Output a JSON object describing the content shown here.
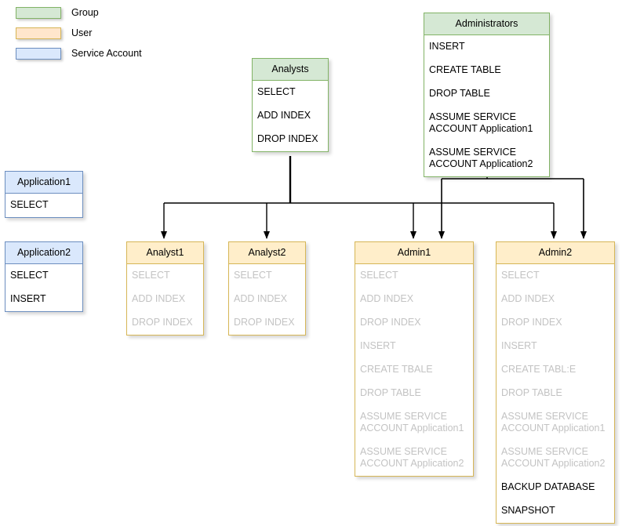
{
  "legend": {
    "items": [
      {
        "label": "Group",
        "color": "#d5e8d4"
      },
      {
        "label": "User",
        "color": "#ffe6cc"
      },
      {
        "label": "Service Account",
        "color": "#dae8fc"
      }
    ]
  },
  "nodes": {
    "analysts": {
      "title": "Analysts",
      "type": "group",
      "permissions": [
        {
          "text": "SELECT",
          "inherited": false
        },
        {
          "text": "ADD INDEX",
          "inherited": false
        },
        {
          "text": "DROP INDEX",
          "inherited": false
        }
      ]
    },
    "administrators": {
      "title": "Administrators",
      "type": "group",
      "permissions": [
        {
          "text": "INSERT",
          "inherited": false
        },
        {
          "text": "CREATE TABLE",
          "inherited": false
        },
        {
          "text": "DROP TABLE",
          "inherited": false
        },
        {
          "text": "ASSUME SERVICE ACCOUNT Application1",
          "inherited": false
        },
        {
          "text": "ASSUME SERVICE ACCOUNT Application2",
          "inherited": false
        }
      ]
    },
    "application1": {
      "title": "Application1",
      "type": "service-account",
      "permissions": [
        {
          "text": "SELECT",
          "inherited": false
        }
      ]
    },
    "application2": {
      "title": "Application2",
      "type": "service-account",
      "permissions": [
        {
          "text": "SELECT",
          "inherited": false
        },
        {
          "text": "INSERT",
          "inherited": false
        }
      ]
    },
    "analyst1": {
      "title": "Analyst1",
      "type": "user",
      "permissions": [
        {
          "text": "SELECT",
          "inherited": true
        },
        {
          "text": "ADD INDEX",
          "inherited": true
        },
        {
          "text": "DROP INDEX",
          "inherited": true
        }
      ]
    },
    "analyst2": {
      "title": "Analyst2",
      "type": "user",
      "permissions": [
        {
          "text": "SELECT",
          "inherited": true
        },
        {
          "text": "ADD INDEX",
          "inherited": true
        },
        {
          "text": "DROP INDEX",
          "inherited": true
        }
      ]
    },
    "admin1": {
      "title": "Admin1",
      "type": "user",
      "permissions": [
        {
          "text": "SELECT",
          "inherited": true
        },
        {
          "text": "ADD INDEX",
          "inherited": true
        },
        {
          "text": "DROP INDEX",
          "inherited": true
        },
        {
          "text": "INSERT",
          "inherited": true
        },
        {
          "text": "CREATE TBALE",
          "inherited": true
        },
        {
          "text": "DROP TABLE",
          "inherited": true
        },
        {
          "text": "ASSUME SERVICE ACCOUNT Application1",
          "inherited": true
        },
        {
          "text": "ASSUME SERVICE ACCOUNT Application2",
          "inherited": true
        }
      ]
    },
    "admin2": {
      "title": "Admin2",
      "type": "user",
      "permissions": [
        {
          "text": "SELECT",
          "inherited": true
        },
        {
          "text": "ADD INDEX",
          "inherited": true
        },
        {
          "text": "DROP INDEX",
          "inherited": true
        },
        {
          "text": "INSERT",
          "inherited": true
        },
        {
          "text": "CREATE TABL:E",
          "inherited": true
        },
        {
          "text": "DROP TABLE",
          "inherited": true
        },
        {
          "text": "ASSUME SERVICE ACCOUNT Application1",
          "inherited": true
        },
        {
          "text": "ASSUME SERVICE ACCOUNT Application2",
          "inherited": true
        },
        {
          "text": "BACKUP DATABASE",
          "inherited": false
        },
        {
          "text": "SNAPSHOT",
          "inherited": false
        }
      ]
    }
  },
  "edges": [
    {
      "from": "analysts",
      "to": "analyst1"
    },
    {
      "from": "analysts",
      "to": "analyst2"
    },
    {
      "from": "analysts",
      "to": "admin1"
    },
    {
      "from": "analysts",
      "to": "admin2"
    },
    {
      "from": "administrators",
      "to": "admin1"
    },
    {
      "from": "administrators",
      "to": "admin2"
    }
  ]
}
